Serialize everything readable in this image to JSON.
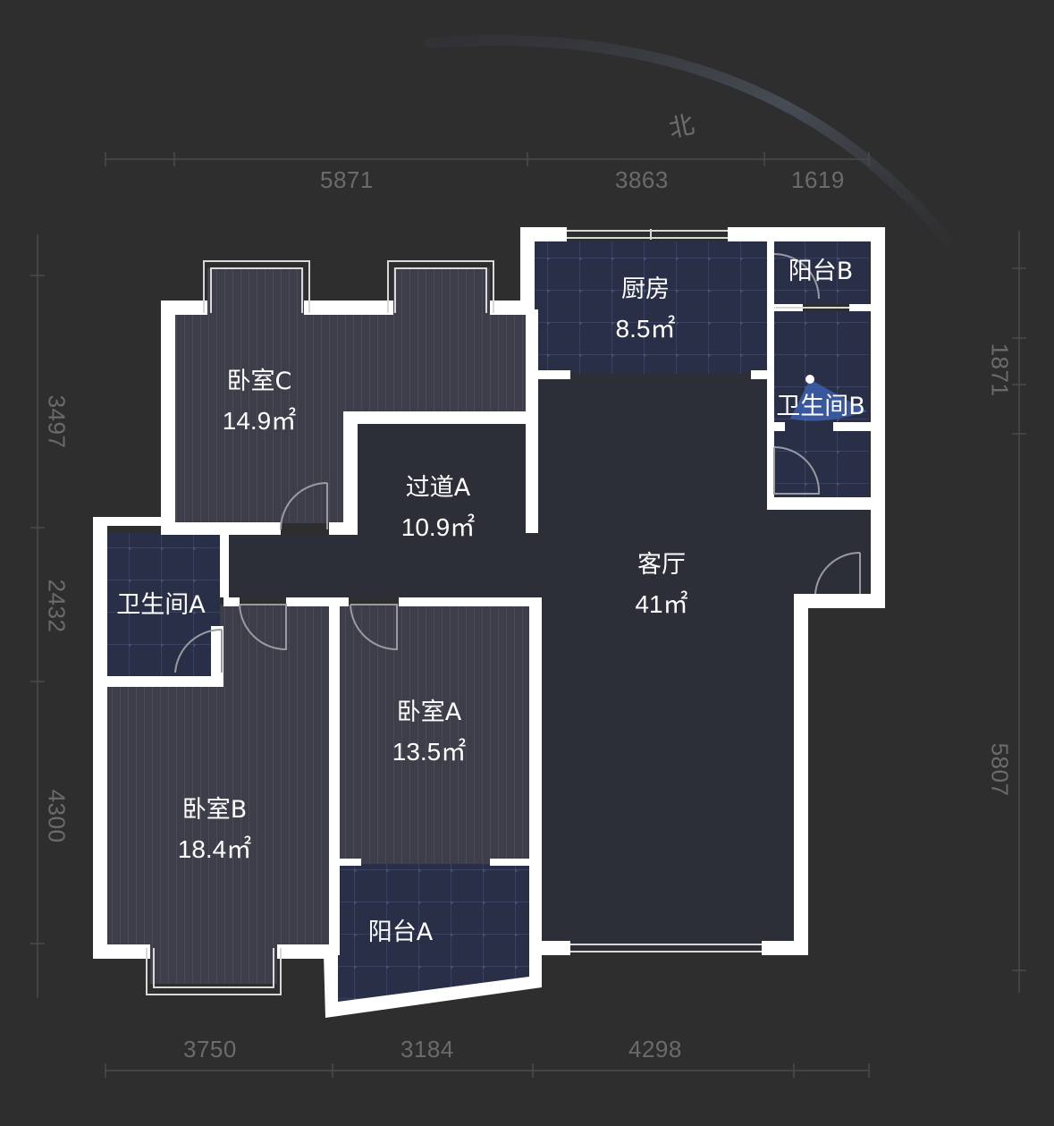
{
  "compass": {
    "label": "北"
  },
  "dimensions": {
    "top": [
      "5871",
      "3863",
      "1619"
    ],
    "bottom": [
      "3750",
      "3184",
      "4298"
    ],
    "left": [
      "3497",
      "2432",
      "4300"
    ],
    "right": [
      "1871",
      "5807"
    ]
  },
  "rooms": [
    {
      "id": "kitchen",
      "name": "厨房",
      "area": "8.5㎡"
    },
    {
      "id": "balcony-b",
      "name": "阳台B",
      "area": ""
    },
    {
      "id": "bathroom-b",
      "name": "卫生间B",
      "area": ""
    },
    {
      "id": "bedroom-c",
      "name": "卧室C",
      "area": "14.9㎡"
    },
    {
      "id": "corridor-a",
      "name": "过道A",
      "area": "10.9㎡"
    },
    {
      "id": "living-room",
      "name": "客厅",
      "area": "41㎡"
    },
    {
      "id": "bathroom-a",
      "name": "卫生间A",
      "area": ""
    },
    {
      "id": "bedroom-a",
      "name": "卧室A",
      "area": "13.5㎡"
    },
    {
      "id": "bedroom-b",
      "name": "卧室B",
      "area": "18.4㎡"
    },
    {
      "id": "balcony-a",
      "name": "阳台A",
      "area": ""
    }
  ],
  "colors": {
    "background": "#2e2e2f",
    "wall": "#ffffff",
    "floor_wood": "#3e3e4a",
    "floor_tile": "#2a2f48",
    "floor_plain": "#2c2e38",
    "dimension_text": "#6b6b6d",
    "viewpoint": "#4a78c8"
  }
}
